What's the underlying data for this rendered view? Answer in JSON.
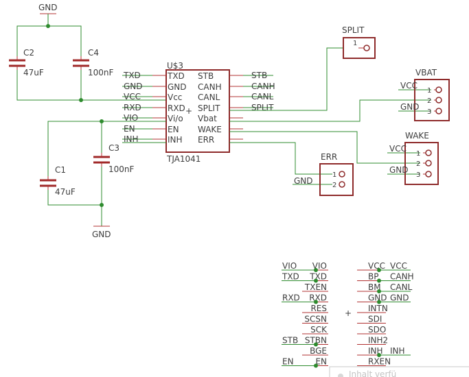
{
  "top_gnd": {
    "label": "GND"
  },
  "bottom_gnd": {
    "label": "GND"
  },
  "c2": {
    "name": "C2",
    "value": "47uF"
  },
  "c4": {
    "name": "C4",
    "value": "100nF"
  },
  "c1": {
    "name": "C1",
    "value": "47uF"
  },
  "c3": {
    "name": "C3",
    "value": "100nF"
  },
  "u3": {
    "name": "U$3",
    "part": "TJA1041",
    "left_pins": [
      "TXD",
      "GND",
      "Vcc",
      "RXD",
      "Vi/o",
      "EN",
      "INH"
    ],
    "right_pins": [
      "STB",
      "CANH",
      "CANL",
      "SPLIT",
      "Vbat",
      "WAKE",
      "ERR"
    ]
  },
  "left_nets": [
    "TXD",
    "GND",
    "VCC",
    "RXD",
    "VIO",
    "EN",
    "INH"
  ],
  "right_nets": [
    "STB",
    "CANH",
    "CANL",
    "SPLIT"
  ],
  "split_conn": {
    "title": "SPLIT",
    "pin": "1"
  },
  "vbat_conn": {
    "title": "VBAT",
    "pins": [
      "1",
      "2",
      "3"
    ],
    "nets": [
      "VCC",
      "GND"
    ]
  },
  "wake_conn": {
    "title": "WAKE",
    "pins": [
      "1",
      "2",
      "3"
    ],
    "nets": [
      "VCC",
      "GND"
    ]
  },
  "err_conn": {
    "title": "ERR",
    "pins": [
      "1",
      "2"
    ],
    "net": "GND"
  },
  "header": {
    "left_pins": [
      "VIO",
      "TXD",
      "TXEN",
      "RXD",
      "RES",
      "SCSN",
      "SCK",
      "STBN",
      "BGE",
      "EN"
    ],
    "right_pins": [
      "VCC",
      "BP",
      "BM",
      "GND",
      "INTN",
      "SDI",
      "SDO",
      "INH2",
      "INH",
      "RXEN"
    ],
    "left_nets": [
      "VIO",
      "TXD",
      "RXD",
      "STB",
      "EN"
    ],
    "right_nets": [
      "VCC",
      "CANH",
      "CANL",
      "GND",
      "INH"
    ]
  },
  "tooltip": {
    "text": "Inhalt verfü"
  },
  "colors": {
    "wire": "#2e8b2e",
    "part": "#8e2a2a",
    "text": "#3c3c3c",
    "background": "#ffffff"
  }
}
